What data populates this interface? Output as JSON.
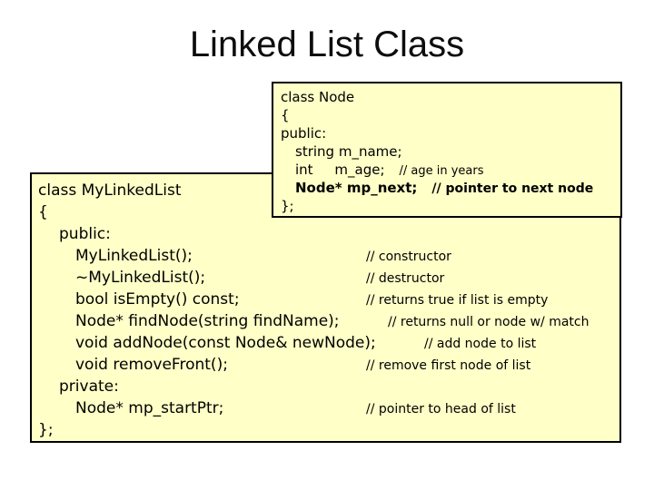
{
  "slide": {
    "title": "Linked List Class"
  },
  "colors": {
    "slide_background": "#FFFFFF",
    "box_background": "#FFFFC8",
    "box_border": "#000000",
    "text": "#000000"
  },
  "node_box": {
    "lines": [
      {
        "code": "class Node"
      },
      {
        "code": "{"
      },
      {
        "code": "public:"
      },
      {
        "code": "string m_name;"
      },
      {
        "code": "int     m_age;",
        "comment": "// age in years"
      },
      {
        "code": "Node* mp_next;",
        "comment": "// pointer to next node"
      },
      {
        "code": "};"
      }
    ]
  },
  "main_box": {
    "lines": [
      {
        "code": "class MyLinkedList"
      },
      {
        "code": "{"
      },
      {
        "code": "public:"
      },
      {
        "code": "MyLinkedList();",
        "comment": "// constructor"
      },
      {
        "code": "~MyLinkedList();",
        "comment": "// destructor"
      },
      {
        "code": "bool isEmpty() const;",
        "comment": "// returns true if list is empty"
      },
      {
        "code": "Node* findNode(string findName);",
        "comment": "// returns null or node w/ match"
      },
      {
        "code": "void addNode(const Node& newNode);",
        "comment": "// add node to list"
      },
      {
        "code": "void removeFront();",
        "comment": "// remove first node of list"
      },
      {
        "code": "private:"
      },
      {
        "code": "Node* mp_startPtr;",
        "comment": "// pointer to head of list"
      },
      {
        "code": "};"
      }
    ]
  }
}
